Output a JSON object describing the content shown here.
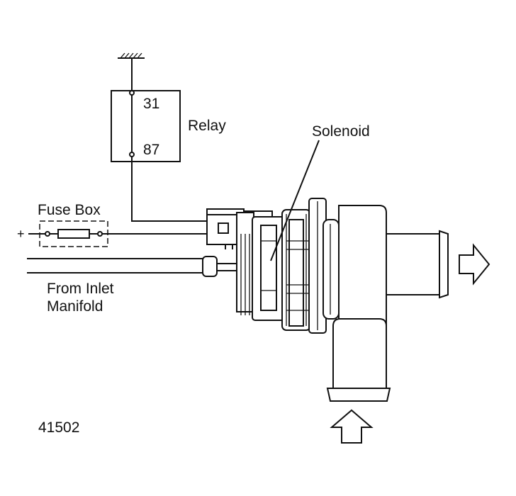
{
  "labels": {
    "pin_31": "31",
    "pin_87": "87",
    "relay": "Relay",
    "solenoid": "Solenoid",
    "fuse_box": "Fuse Box",
    "from_inlet_line1": "From Inlet",
    "from_inlet_line2": "Manifold",
    "plus_sign": "+",
    "figure_number": "41502"
  },
  "icons": {
    "ground": "ground-symbol-icon",
    "outlet_arrow": "right-arrow-icon",
    "inlet_arrow": "up-arrow-icon"
  }
}
